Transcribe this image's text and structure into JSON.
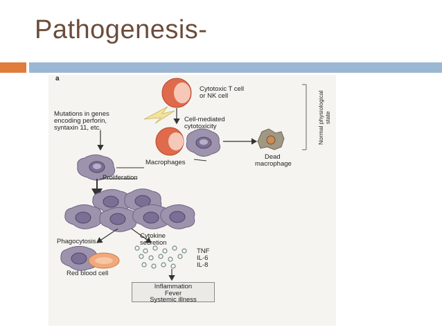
{
  "slide": {
    "title": "Pathogenesis-",
    "colors": {
      "title": "#6b4d3a",
      "accent_bar": "#e07d3c",
      "main_bar": "#9cb7d3"
    }
  },
  "figure": {
    "panel_label": "a",
    "side_label": "Normal physiological state",
    "labels": {
      "ctl_line1": "Cytotoxic T cell",
      "ctl_line2": "or NK cell",
      "mutations_line1": "Mutations in genes",
      "mutations_line2": "encoding perforin,",
      "mutations_line3": "syntaxin 11, etc.",
      "cmc_line1": "Cell-mediated",
      "cmc_line2": "cytotoxicity",
      "dead_line1": "Dead",
      "dead_line2": "macrophage",
      "macrophages": "Macrophages",
      "proliferation": "Proliferation",
      "phagocytosis": "Phagocytosis",
      "cytokine_line1": "Cytokine",
      "cytokine_line2": "secretion",
      "tnf": "TNF",
      "il6": "IL-6",
      "il8": "IL-8",
      "rbc": "Red blood cell",
      "outcome_line1": "Inflammation",
      "outcome_line2": "Fever",
      "outcome_line3": "Systemic illness"
    },
    "colors": {
      "macrophage": "#9d93ad",
      "nucleus": "#7b6f95",
      "tcell": "#e06a4c",
      "rbc": "#f1a87a",
      "lightning": "#f1e39a"
    }
  }
}
